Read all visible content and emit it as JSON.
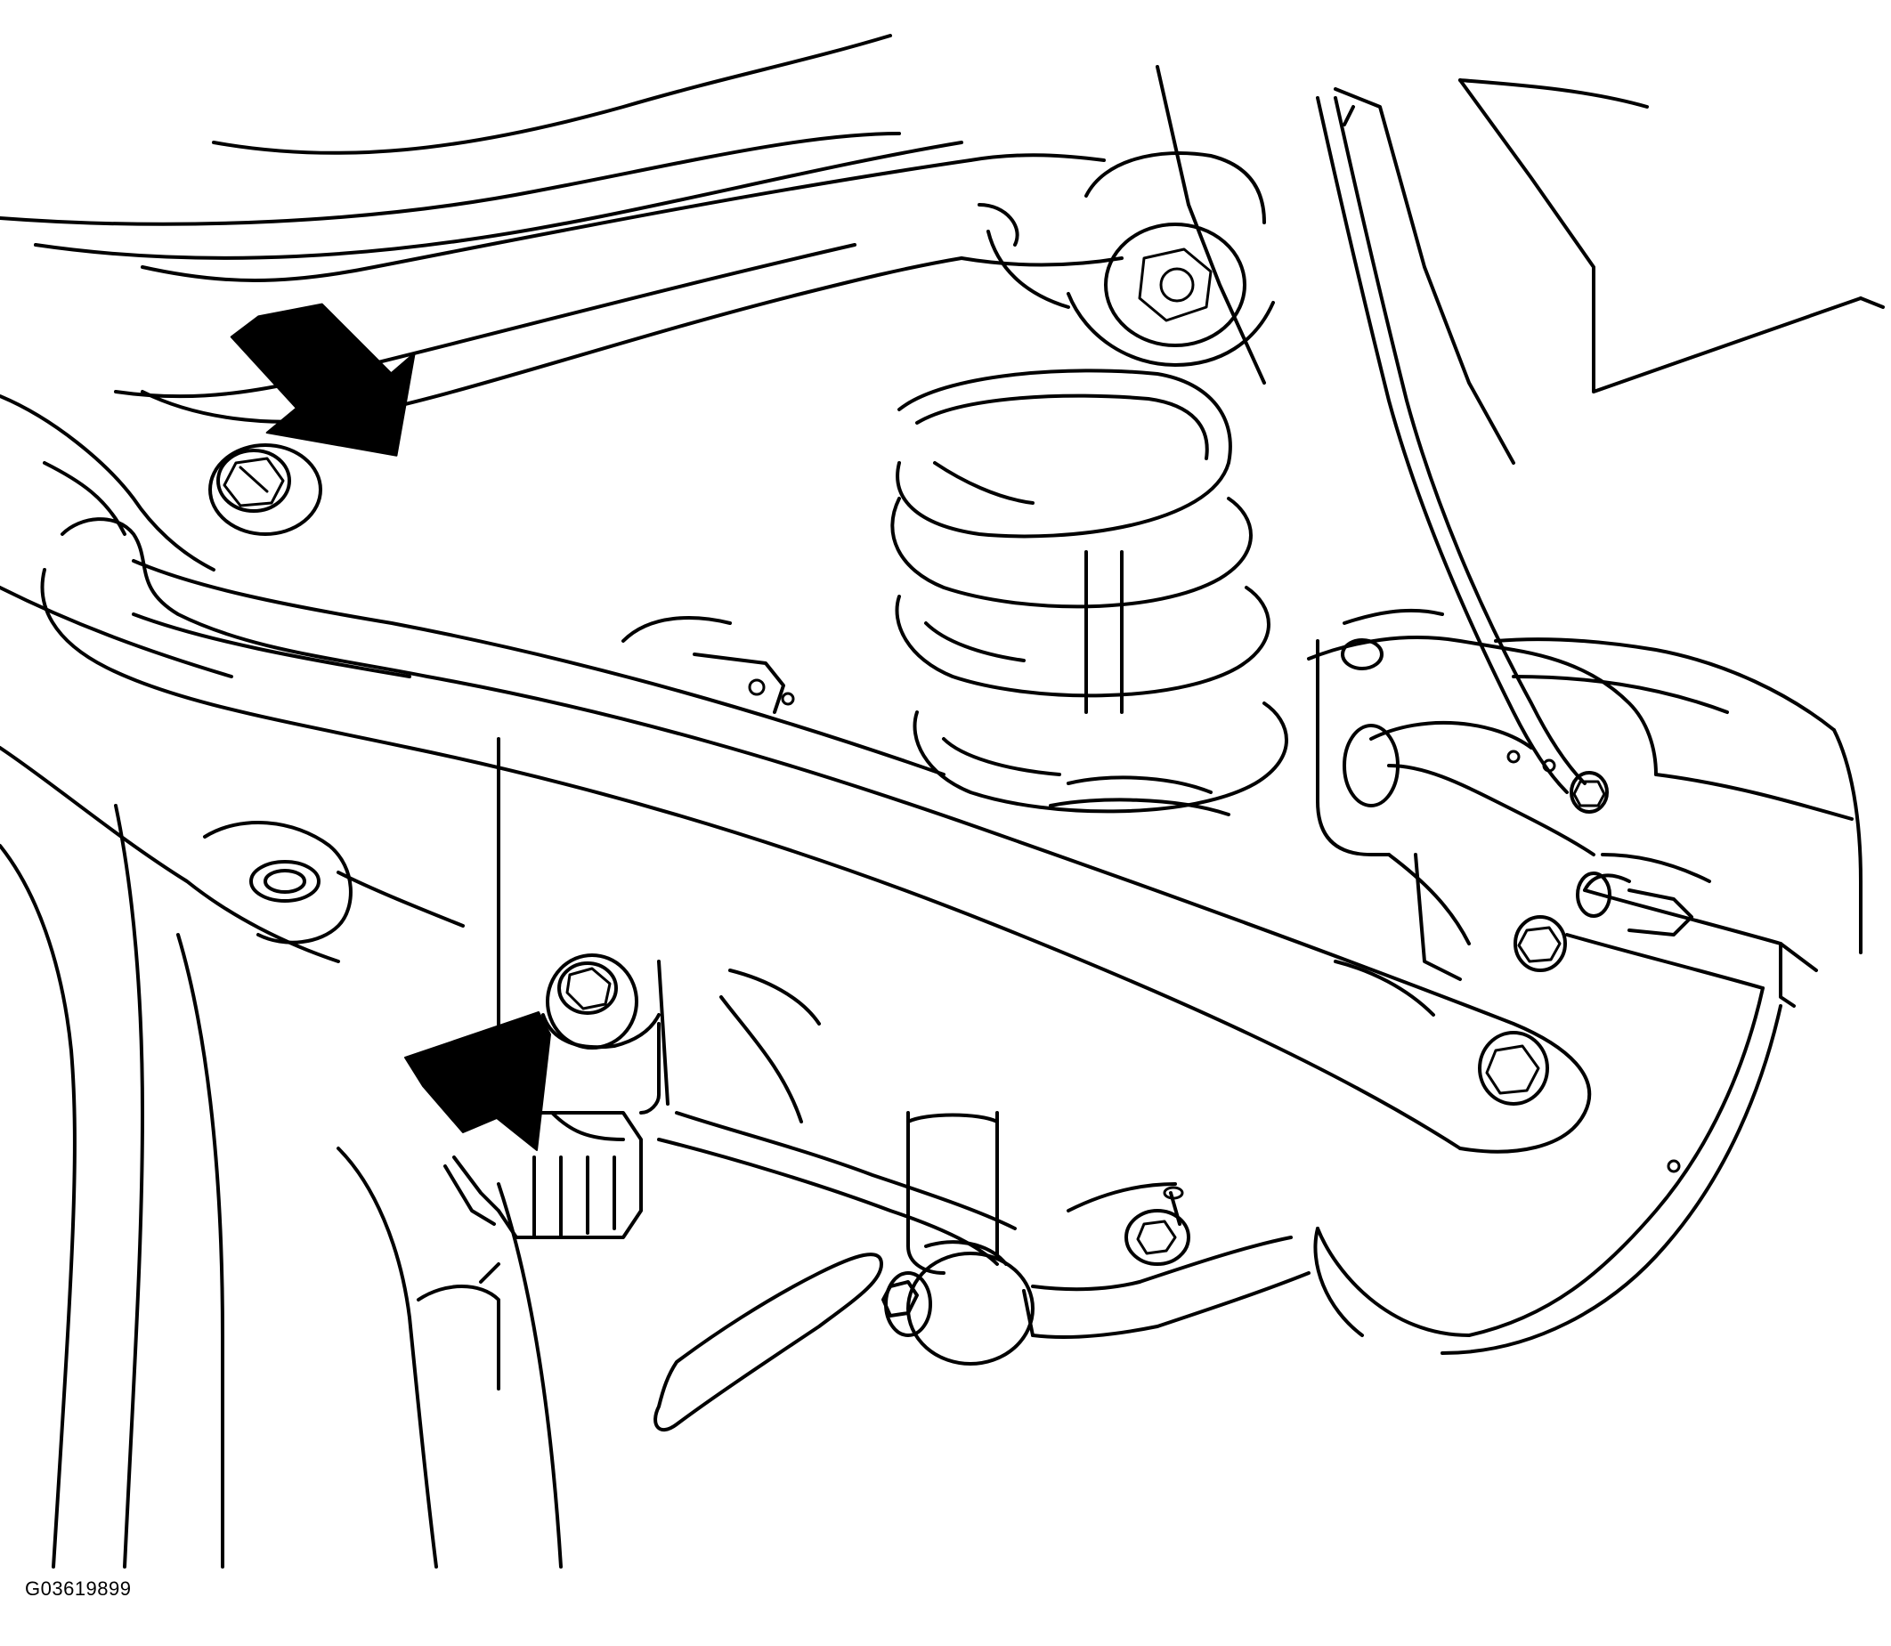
{
  "figure": {
    "id_label": "G03619899",
    "line_color": "#000000",
    "background_color": "#ffffff",
    "callouts": [
      {
        "name": "upper-bolt-arrow",
        "points_to": "upper-mounting-bolt"
      },
      {
        "name": "lower-bolt-arrow",
        "points_to": "lower-mounting-bolt"
      }
    ]
  }
}
